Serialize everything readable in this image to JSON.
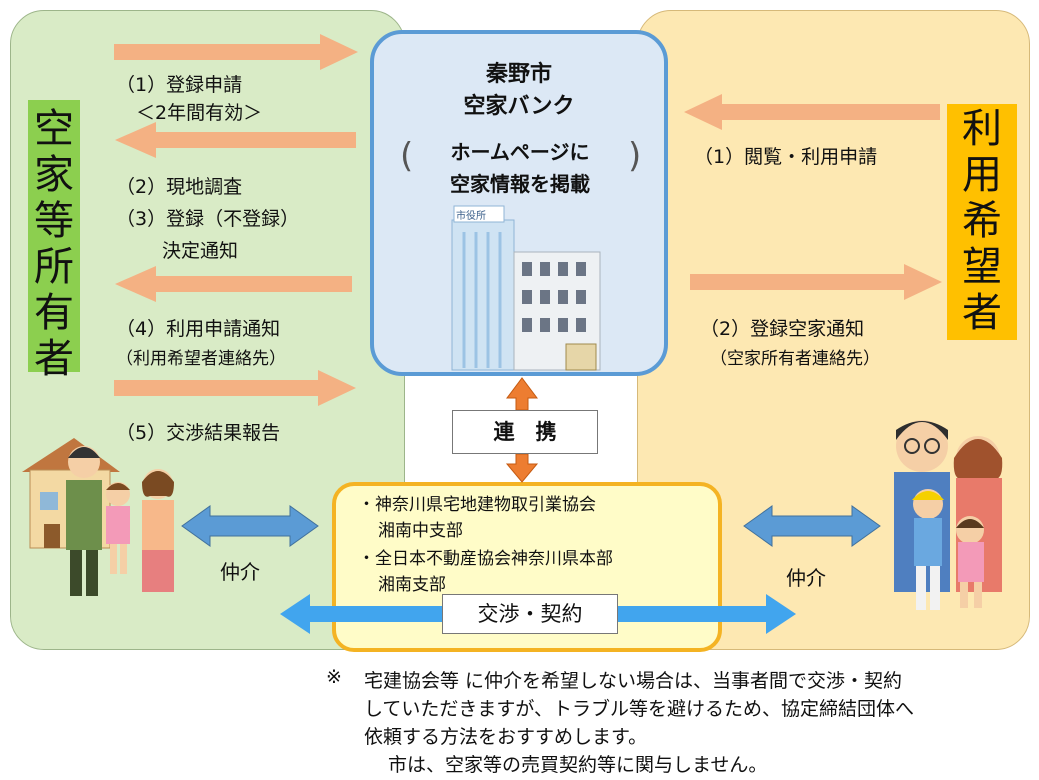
{
  "owner_label": [
    "空",
    "家",
    "等",
    "所",
    "有",
    "者"
  ],
  "user_label": [
    "利",
    "用",
    "希",
    "望",
    "者"
  ],
  "center": {
    "title_line1": "秦野市",
    "title_line2": "空家バンク",
    "sub_line1": "ホームページに",
    "sub_line2": "空家情報を掲載",
    "bracket_left": "(",
    "bracket_right": ")",
    "building_sign": "市役所"
  },
  "left_steps": {
    "s1_line1": "（1）登録申請",
    "s1_line2": "＜2年間有効＞",
    "s2": "（2）現地調査",
    "s3_line1": "（3）登録（不登録）",
    "s3_line2": "決定通知",
    "s4_line1": "（4）利用申請通知",
    "s4_line2": "（利用希望者連絡先）",
    "s5": "（5）交渉結果報告"
  },
  "right_steps": {
    "s1": "（1）閲覧・利用申請",
    "s2_line1": "（2）登録空家通知",
    "s2_line2": "（空家所有者連絡先）"
  },
  "renkei": "連　携",
  "agency": {
    "line1": "・神奈川県宅地建物取引業協会",
    "line2": "湘南中支部",
    "line3": "・全日本不動産協会神奈川県本部",
    "line4": "湘南支部"
  },
  "negotiation": "交渉・契約",
  "mediation_left": "仲介",
  "mediation_right": "仲介",
  "note": {
    "mark": "※",
    "line1": "宅建協会等 に仲介を希望しない場合は、当事者間で交渉・契約",
    "line2": "していただきますが、トラブル等を避けるため、協定締結団体へ",
    "line3": "依頼する方法をおすすめします。",
    "line4": "市は、空家等の売買契約等に関与しません。"
  },
  "colors": {
    "owner_panel": "#d9ebc6",
    "user_panel": "#fde8b2",
    "center_border": "#5b9bd5",
    "agency_border": "#f4b323",
    "salmon_arrow": "#f4b183",
    "orange_arrow": "#ed7d31",
    "blue_arrow": "#41a5ee"
  }
}
